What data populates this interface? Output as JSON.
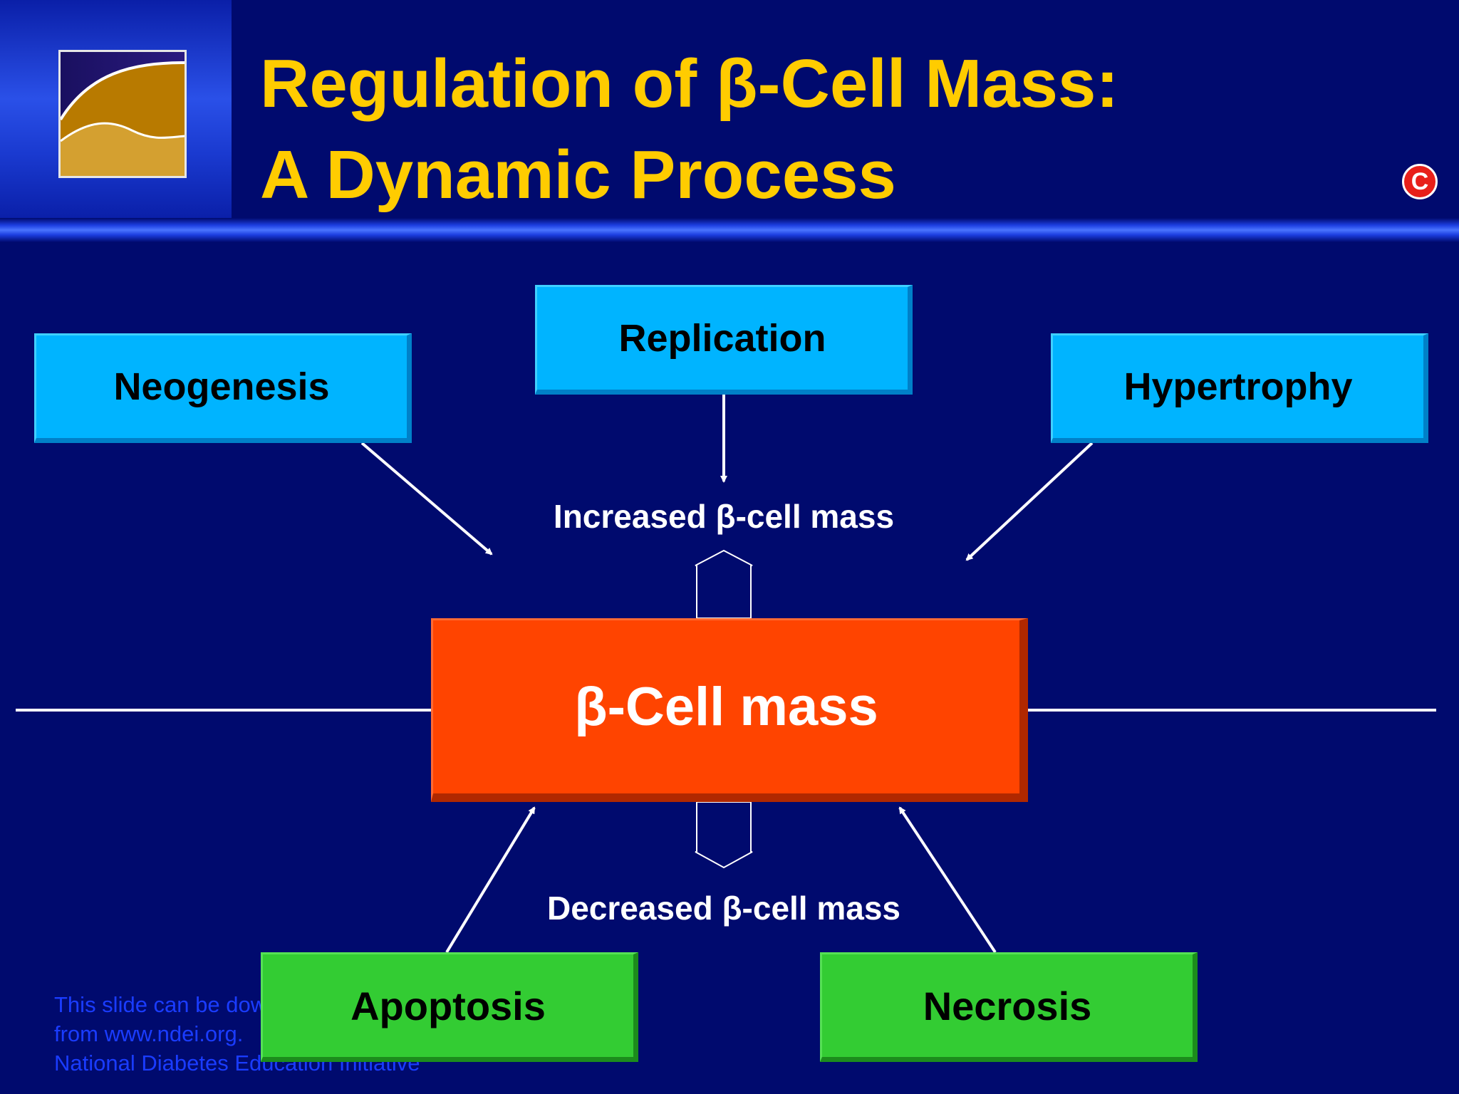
{
  "title": {
    "line1": "Regulation of β-Cell Mass:",
    "line2": "A Dynamic Process"
  },
  "badge": {
    "label": "C",
    "color": "#e8201a"
  },
  "colors": {
    "background": "#000a6e",
    "title": "#ffcc00",
    "increase_boxes": "#00b4ff",
    "decrease_boxes": "#33cc33",
    "center_box": "#ff4400"
  },
  "diagram": {
    "increase_factors": [
      "Neogenesis",
      "Replication",
      "Hypertrophy"
    ],
    "decrease_factors": [
      "Apoptosis",
      "Necrosis"
    ],
    "center": "β-Cell mass",
    "increased_label": "Increased β-cell mass",
    "decreased_label": "Decreased β-cell mass"
  },
  "footnote": {
    "line1": "This slide can be downloaded",
    "line2": "from www.ndei.org.",
    "line3": "National Diabetes Education Initiative"
  }
}
